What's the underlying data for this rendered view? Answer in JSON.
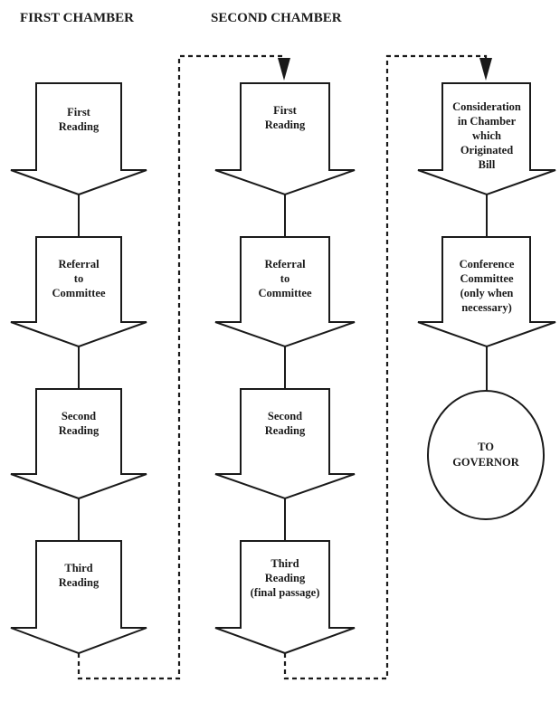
{
  "columns": [
    {
      "title": "FIRST CHAMBER",
      "steps": [
        {
          "id": "first-reading",
          "lines": [
            "First",
            "Reading"
          ]
        },
        {
          "id": "referral-to-committee",
          "lines": [
            "Referral",
            "to",
            "Committee"
          ]
        },
        {
          "id": "second-reading",
          "lines": [
            "Second",
            "Reading"
          ]
        },
        {
          "id": "third-reading",
          "lines": [
            "Third",
            "Reading"
          ]
        }
      ]
    },
    {
      "title": "SECOND CHAMBER",
      "steps": [
        {
          "id": "first-reading",
          "lines": [
            "First",
            "Reading"
          ]
        },
        {
          "id": "referral-to-committee",
          "lines": [
            "Referral",
            "to",
            "Committee"
          ]
        },
        {
          "id": "second-reading",
          "lines": [
            "Second",
            "Reading"
          ]
        },
        {
          "id": "third-reading-final-passage",
          "lines": [
            "Third",
            "Reading",
            "(final passage)"
          ]
        }
      ]
    },
    {
      "title": "",
      "steps": [
        {
          "id": "consideration-in-originating-chamber",
          "lines": [
            "Consideration",
            "in Chamber",
            "which",
            "Originated",
            "Bill"
          ]
        },
        {
          "id": "conference-committee",
          "lines": [
            "Conference",
            "Committee",
            "(only when",
            "necessary)"
          ]
        }
      ],
      "end": {
        "id": "to-governor",
        "lines": [
          "TO",
          "GOVERNOR"
        ]
      }
    }
  ]
}
